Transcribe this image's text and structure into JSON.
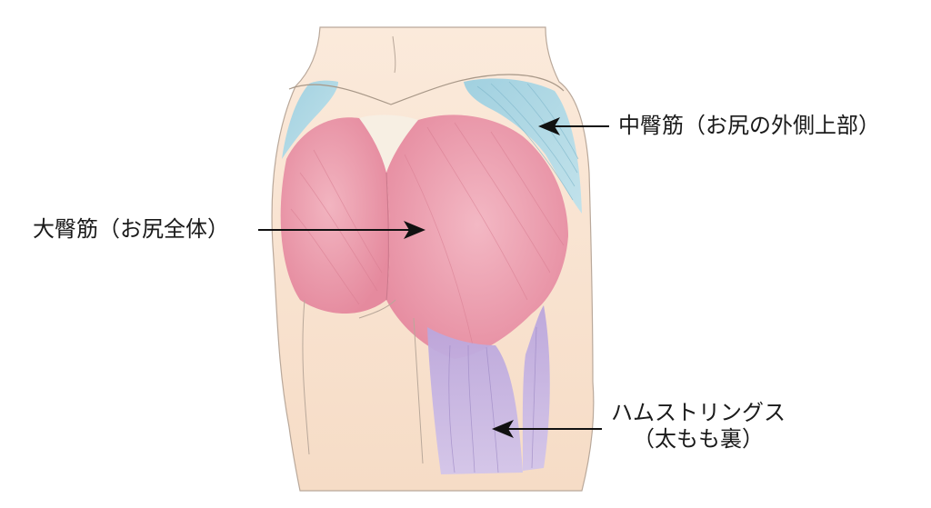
{
  "diagram": {
    "type": "anatomical-illustration",
    "subject": "buttocks and back of thigh muscles (posterior view)",
    "colors": {
      "skin": "#f8e2cf",
      "gluteus_maximus": "#eb9aaa",
      "gluteus_medius": "#a9d6e3",
      "hamstrings": "#c6b3e2",
      "outline": "#8a7a70",
      "arrow": "#111111"
    }
  },
  "labels": {
    "gluteus_medius": "中臀筋（お尻の外側上部）",
    "gluteus_maximus": "大臀筋（お尻全体）",
    "hamstrings_line1": "ハムストリングス",
    "hamstrings_line2": "（太もも裏）"
  }
}
